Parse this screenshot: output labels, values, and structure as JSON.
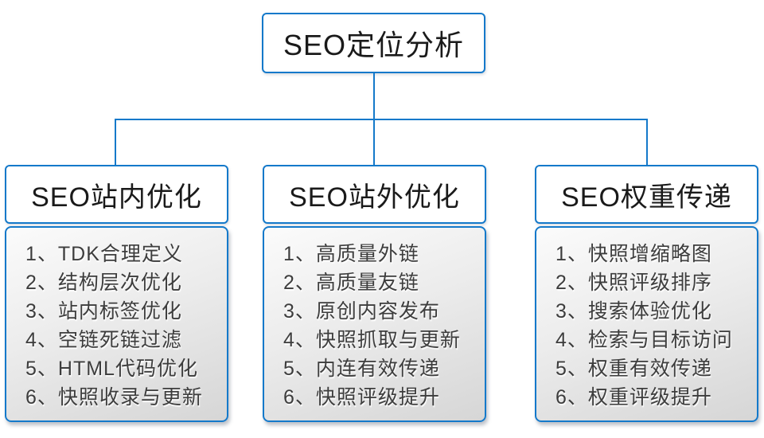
{
  "theme": {
    "accent_blue": "#1479CA",
    "node_background": "#ffffff",
    "body_gradient_top": "#fbfbfb",
    "body_gradient_bottom": "#d6d6d6",
    "header_text_color": "#1a1a1a",
    "item_text_color": "#3d3d3d",
    "page_background": "#ffffff"
  },
  "diagram": {
    "root": {
      "title": "SEO定位分析"
    },
    "branches": [
      {
        "title": "SEO站内优化",
        "items": [
          "1、TDK合理定义",
          "2、结构层次优化",
          "3、站内标签优化",
          "4、空链死链过滤",
          "5、HTML代码优化",
          "6、快照收录与更新"
        ]
      },
      {
        "title": "SEO站外优化",
        "items": [
          "1、高质量外链",
          "2、高质量友链",
          "3、原创内容发布",
          "4、快照抓取与更新",
          "5、内连有效传递",
          "6、快照评级提升"
        ]
      },
      {
        "title": "SEO权重传递",
        "items": [
          "1、快照增缩略图",
          "2、快照评级排序",
          "3、搜索体验优化",
          "4、检索与目标访问",
          "5、权重有效传递",
          "6、权重评级提升"
        ]
      }
    ]
  }
}
